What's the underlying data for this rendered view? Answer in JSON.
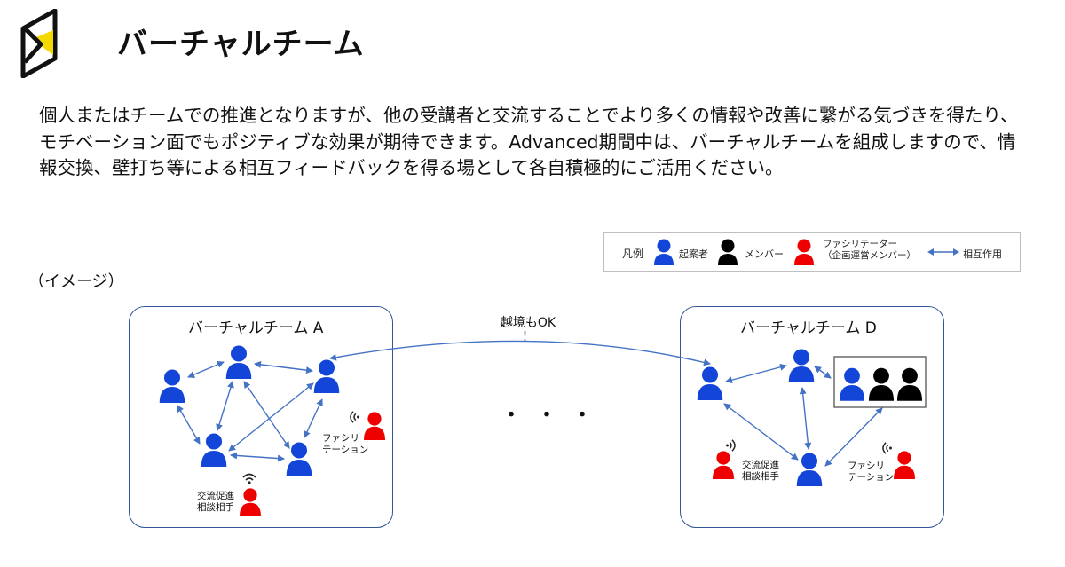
{
  "header": {
    "title": "バーチャルチーム"
  },
  "intro": {
    "text": "個人またはチームでの推進となりますが、他の受講者と交流することでより多くの情報や改善に繋がる気づきを得たり、モチベーション面でもポジティブな効果が期待できます。Advanced期間中は、バーチャルチームを組成しますので、情報交換、壁打ち等による相互フィードバックを得る場として各自積極的にご活用ください。"
  },
  "image_note": "（イメージ）",
  "legend": {
    "title": "凡例",
    "proposer": "起案者",
    "member": "メンバー",
    "facilitator": "ファシリテーター（企画運営メンバー）",
    "mutual": "相互作用"
  },
  "team_a": {
    "title": "バーチャルチーム A",
    "facilitation_label": "ファシリ\nテーション",
    "consult_label": "交流促進\n相談相手"
  },
  "team_d": {
    "title": "バーチャルチーム D",
    "facilitation_label": "ファシリ\nテーション",
    "consult_label": "交流促進\n相談相手"
  },
  "cross_label": "越境もOK\n！",
  "ellipsis": "・・・",
  "colors": {
    "proposer": "#1346d8",
    "member": "#000000",
    "facilitator": "#ee0000",
    "arrow": "#4472c4",
    "box_border": "#2f5597",
    "logo_yellow": "#f5d800"
  }
}
